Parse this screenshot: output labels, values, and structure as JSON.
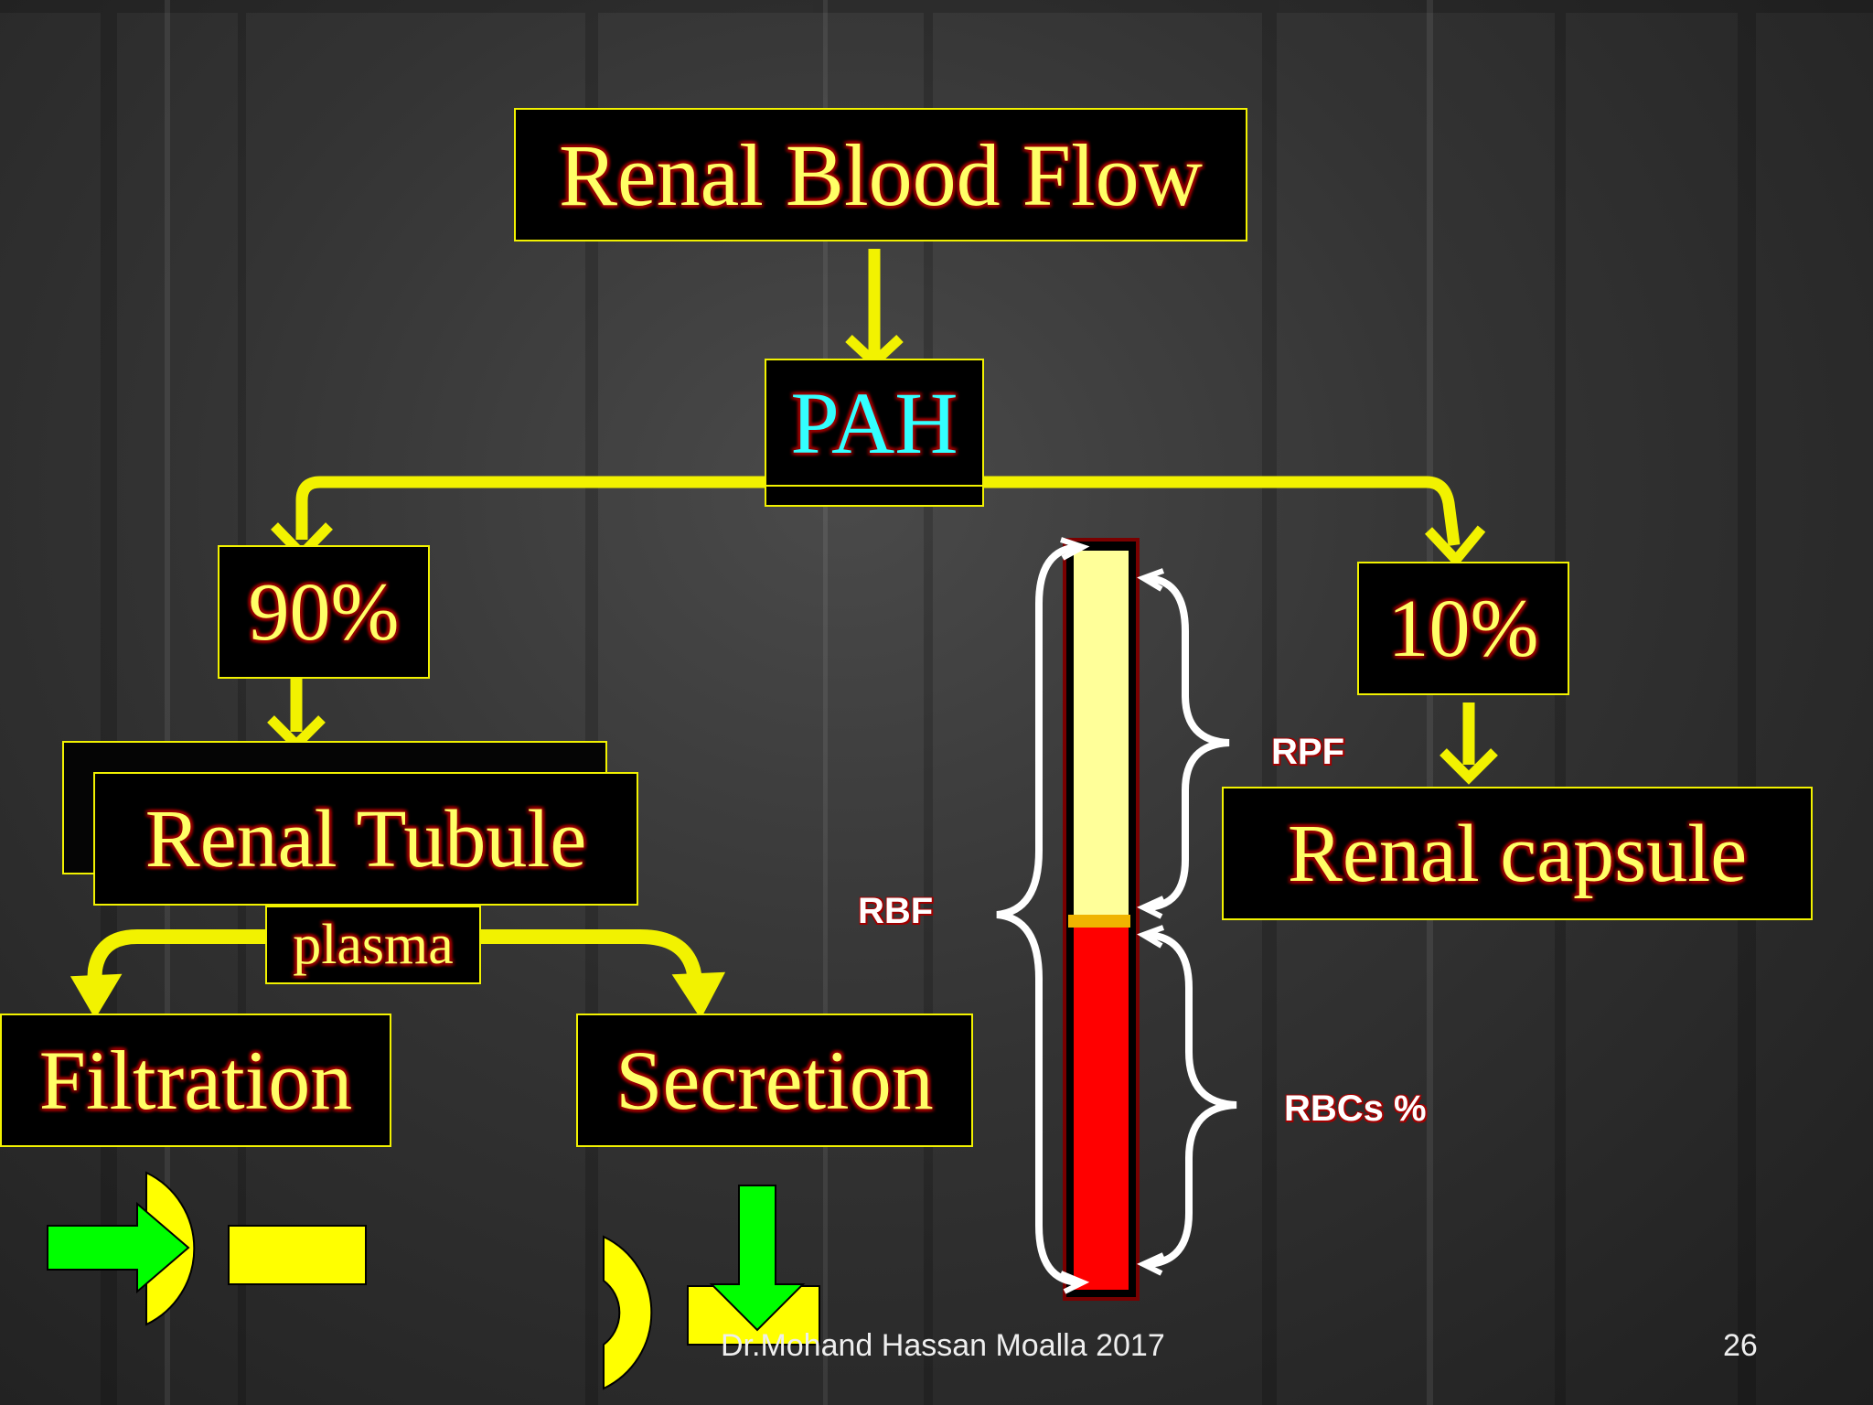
{
  "title": "Renal Blood Flow",
  "pah": "PAH",
  "left_percent": "90%",
  "right_percent": "10%",
  "renal_tubule": "Renal Tubule",
  "plasma": "plasma",
  "filtration": "Filtration",
  "secretion": "Secretion",
  "renal_capsule": "Renal capsule",
  "labels": {
    "rbf": "RBF",
    "rpf": "RPF",
    "rbcs": "RBCs %"
  },
  "footer": {
    "author": "Dr.Mohand Hassan Moalla 2017",
    "page": "26"
  },
  "colors": {
    "arrow": "#f2f200",
    "box_border": "#f2f200",
    "box_text": "#ffff66",
    "pah_text": "#33ffff",
    "plasma_fill": "#ffff99",
    "rbc_fill": "#ff0000",
    "accent_green": "#00ff00"
  }
}
